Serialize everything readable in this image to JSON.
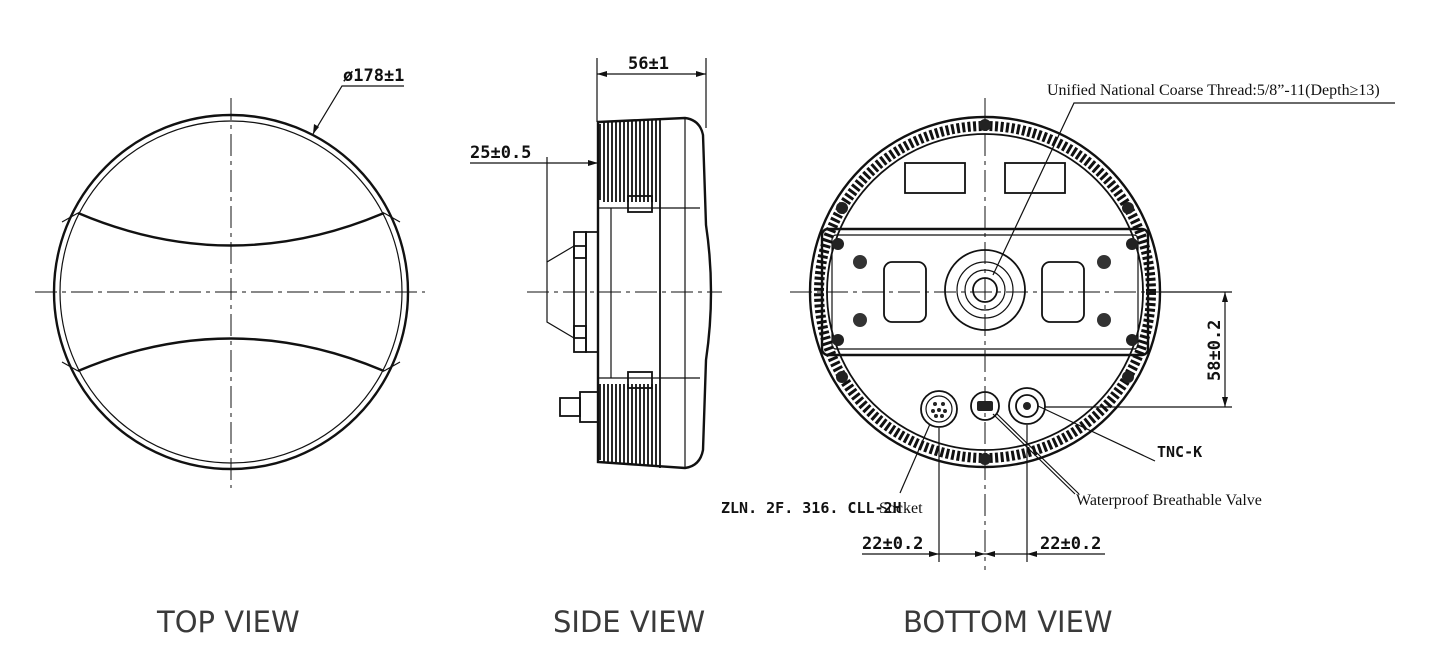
{
  "dimensions": {
    "diameter": "ø178±1",
    "height": "56±1",
    "offset": "25±0.5",
    "vertical": "58±0.2",
    "spacing_left": "22±0.2",
    "spacing_right": "22±0.2"
  },
  "callouts": {
    "thread": "Unified National Coarse Thread:5/8”-11(Depth≥13)",
    "tnc": "TNC-K",
    "valve": "Waterproof Breathable Valve",
    "socket_code": "ZLN. 2F. 316. CLL-2H",
    "socket_word": "Socket"
  },
  "views": {
    "top": "TOP VIEW",
    "side": "SIDE VIEW",
    "bottom": "BOTTOM VIEW"
  }
}
